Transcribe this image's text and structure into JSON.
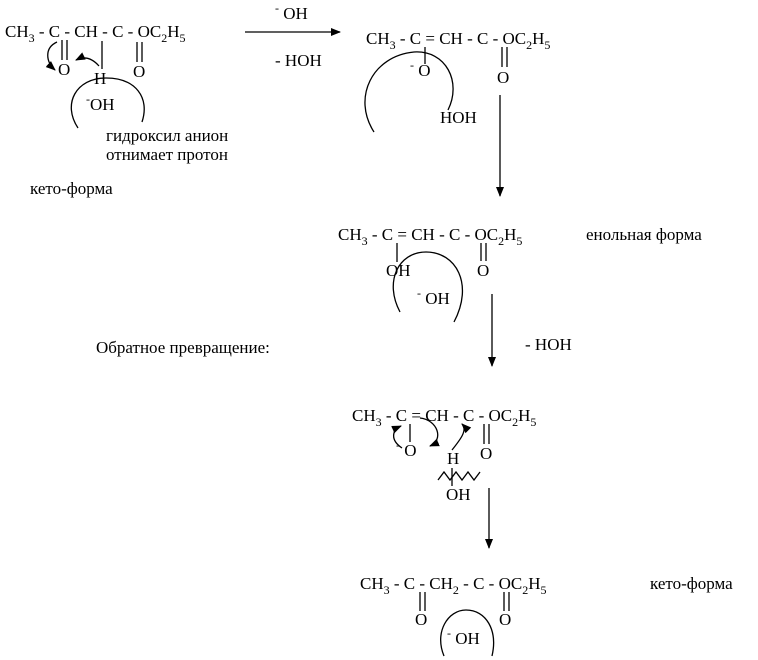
{
  "formula_keto": {
    "ch3": "CH",
    "sub3": "3",
    "c": " - C - CH - C - OC",
    "sub2": "2",
    "h": "H",
    "sub5": "5"
  },
  "formula_enolate": {
    "ch3": "CH",
    "sub3": "3",
    "c": " - C = CH - C - OC",
    "sub2": "2",
    "h": "H",
    "sub5": "5"
  },
  "formula_product": {
    "ch3": "CH",
    "sub3": "3",
    "c1": " - C - CH",
    "sub2a": "2",
    "c2": " - C - OC",
    "sub2b": "2",
    "h": "H",
    "sub5": "5"
  },
  "labels": {
    "O": "O",
    "H": "H",
    "OH": "OH",
    "minus": "-",
    "HOH": "HOH",
    "minus_HOH": "- HOH",
    "reagent_OH": "OH",
    "hydroxyl_line1": "гидроксил анион",
    "hydroxyl_line2": "отнимает протон",
    "keto_form": "кето-форма",
    "enol_form": "енольная форма",
    "reverse": "Обратное превращение:",
    "keto_form_2": "кето-форма"
  }
}
